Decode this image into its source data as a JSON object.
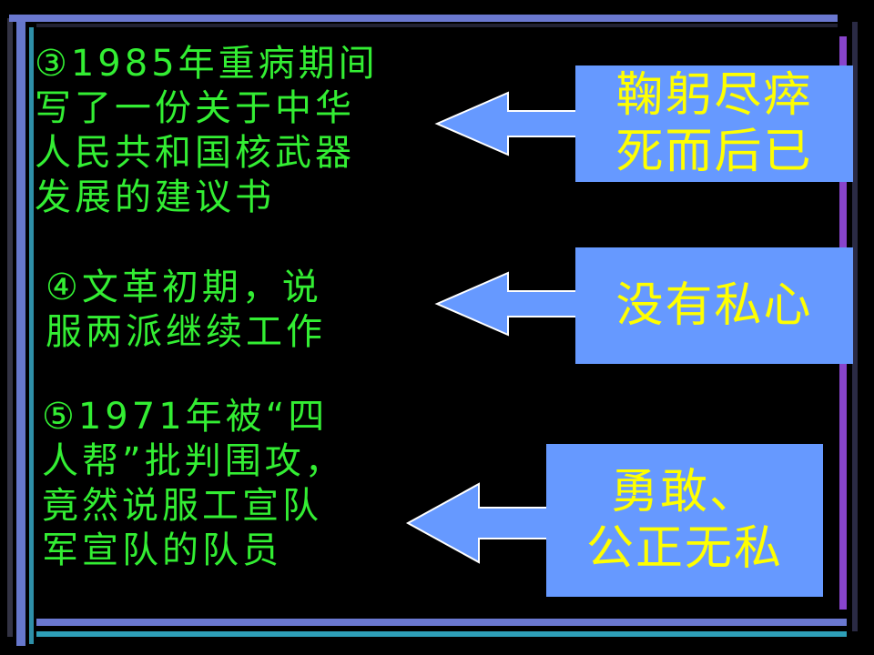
{
  "colors": {
    "background": "#000000",
    "statement_text": "#33ee33",
    "box_fill": "#6699ff",
    "box_text": "#ffff00",
    "arrow_fill": "#6699ff",
    "arrow_stroke": "#ffffff"
  },
  "statements": [
    {
      "lines": [
        "③1985年重病期间",
        "写了一份关于中华",
        "人民共和国核武器",
        "发展的建议书"
      ]
    },
    {
      "lines": [
        "④文革初期，说",
        "服两派继续工作"
      ]
    },
    {
      "lines": [
        "⑤1971年被“四",
        "人帮”批判围攻，",
        "竟然说服工宣队",
        "军宣队的队员"
      ]
    }
  ],
  "qualities": [
    {
      "lines": [
        "鞠躬尽瘁",
        "死而后已"
      ]
    },
    {
      "lines": [
        "没有私心"
      ]
    },
    {
      "lines": [
        "勇敢、",
        "公正无私"
      ]
    }
  ]
}
